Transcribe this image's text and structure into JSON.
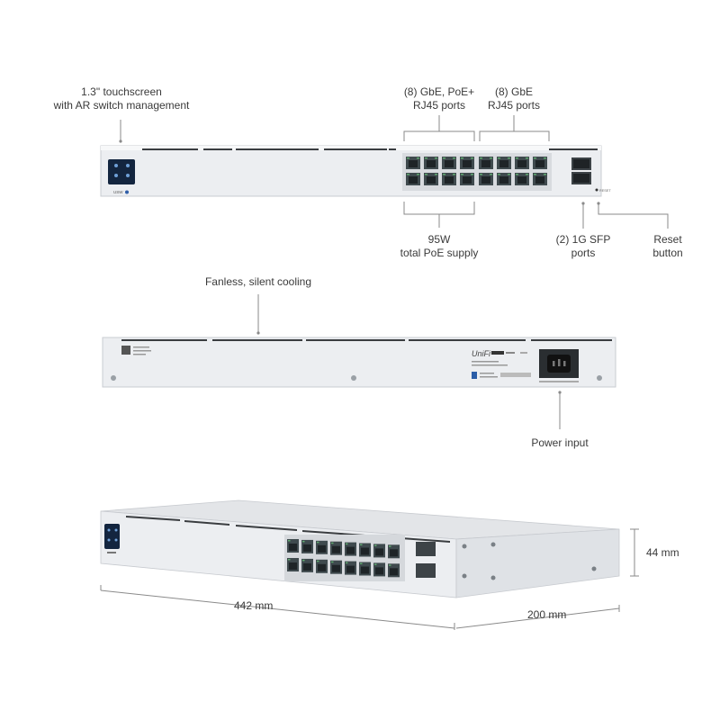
{
  "front": {
    "touchscreen": [
      "1.3\" touchscreen",
      "with AR switch management"
    ],
    "poe_ports": [
      "(8) GbE, PoE+",
      "RJ45 ports"
    ],
    "gbe_ports": [
      "(8) GbE",
      "RJ45 ports"
    ],
    "poe_supply": [
      "95W",
      "total PoE supply"
    ],
    "sfp_ports": [
      "(2) 1G SFP",
      "ports"
    ],
    "reset": [
      "Reset",
      "button"
    ],
    "panel_label": "USW",
    "reset_text": "RESET"
  },
  "rear": {
    "cooling": "Fanless, silent cooling",
    "power": "Power input",
    "brand": "UniFi"
  },
  "dimensions": {
    "width": "442 mm",
    "depth": "200 mm",
    "height": "44 mm"
  },
  "colors": {
    "chassis": "#e9ebee",
    "port": "#3f4a4e",
    "port_led": "#5fa86f",
    "screen": "#13253f",
    "line": "#8a8a8a"
  }
}
